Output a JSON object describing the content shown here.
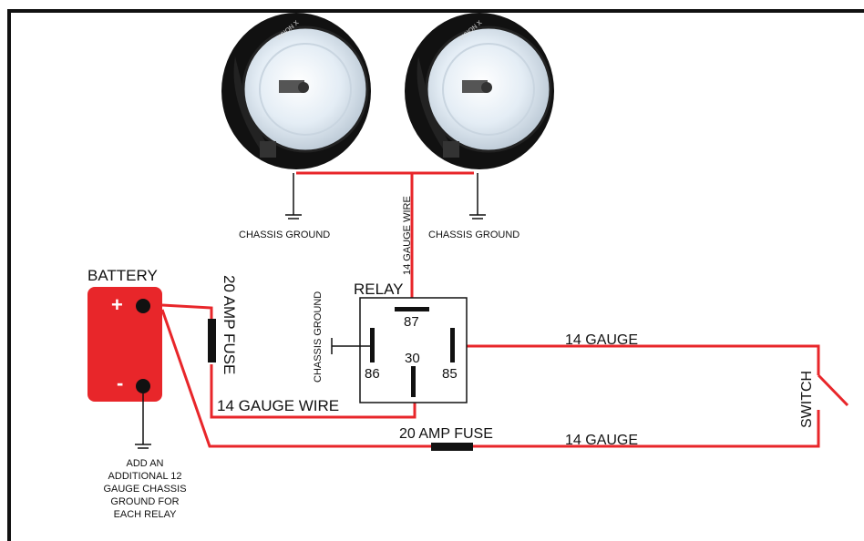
{
  "labels": {
    "chassis_ground_left": "CHASSIS GROUND",
    "chassis_ground_right": "CHASSIS GROUND",
    "wire_14_gauge_vertical": "14 GAUGE WIRE",
    "battery": "BATTERY",
    "fuse_20_amp_vertical": "20 AMP FUSE",
    "relay_chassis_ground": "CHASSIS GROUND",
    "relay": "RELAY",
    "wire_14_gauge_bottom": "14 GAUGE WIRE",
    "fuse_20_amp_bottom": "20 AMP FUSE",
    "gauge_14_top": "14 GAUGE",
    "gauge_14_bottom": "14 GAUGE",
    "switch": "SWITCH",
    "battery_ground_note": [
      "ADD AN",
      "ADDITIONAL 12",
      "GAUGE CHASSIS",
      "GROUND FOR",
      "EACH RELAY"
    ]
  },
  "battery": {
    "plus": "+",
    "minus": "-"
  },
  "relay_pins": {
    "p87": "87",
    "p86": "86",
    "p30": "30",
    "p85": "85"
  },
  "lamp_brand": "VISION X",
  "colors": {
    "wire": "#e8262a",
    "battery": "#e8262a",
    "frame": "#111111",
    "lens": "#dfe9f2"
  }
}
